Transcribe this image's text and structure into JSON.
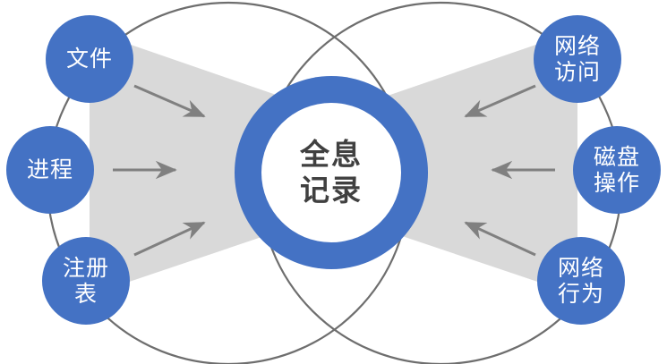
{
  "diagram": {
    "title_node": {
      "id": "holographic-record",
      "line1": "全息",
      "line2": "记录"
    },
    "left_nodes": [
      {
        "id": "file",
        "line1": "文件",
        "line2": ""
      },
      {
        "id": "process",
        "line1": "进程",
        "line2": ""
      },
      {
        "id": "registry",
        "line1": "注册",
        "line2": "表"
      }
    ],
    "right_nodes": [
      {
        "id": "network-access",
        "line1": "网络",
        "line2": "访问"
      },
      {
        "id": "disk-operation",
        "line1": "磁盘",
        "line2": "操作"
      },
      {
        "id": "network-behavior",
        "line1": "网络",
        "line2": "行为"
      }
    ],
    "colors": {
      "node_blue": "#4472C4",
      "band_gray": "#D9D9D9",
      "arrow_gray": "#808080",
      "outline_gray": "#6E6E6E",
      "center_text": "#404040",
      "background": "#FFFFFF"
    }
  }
}
